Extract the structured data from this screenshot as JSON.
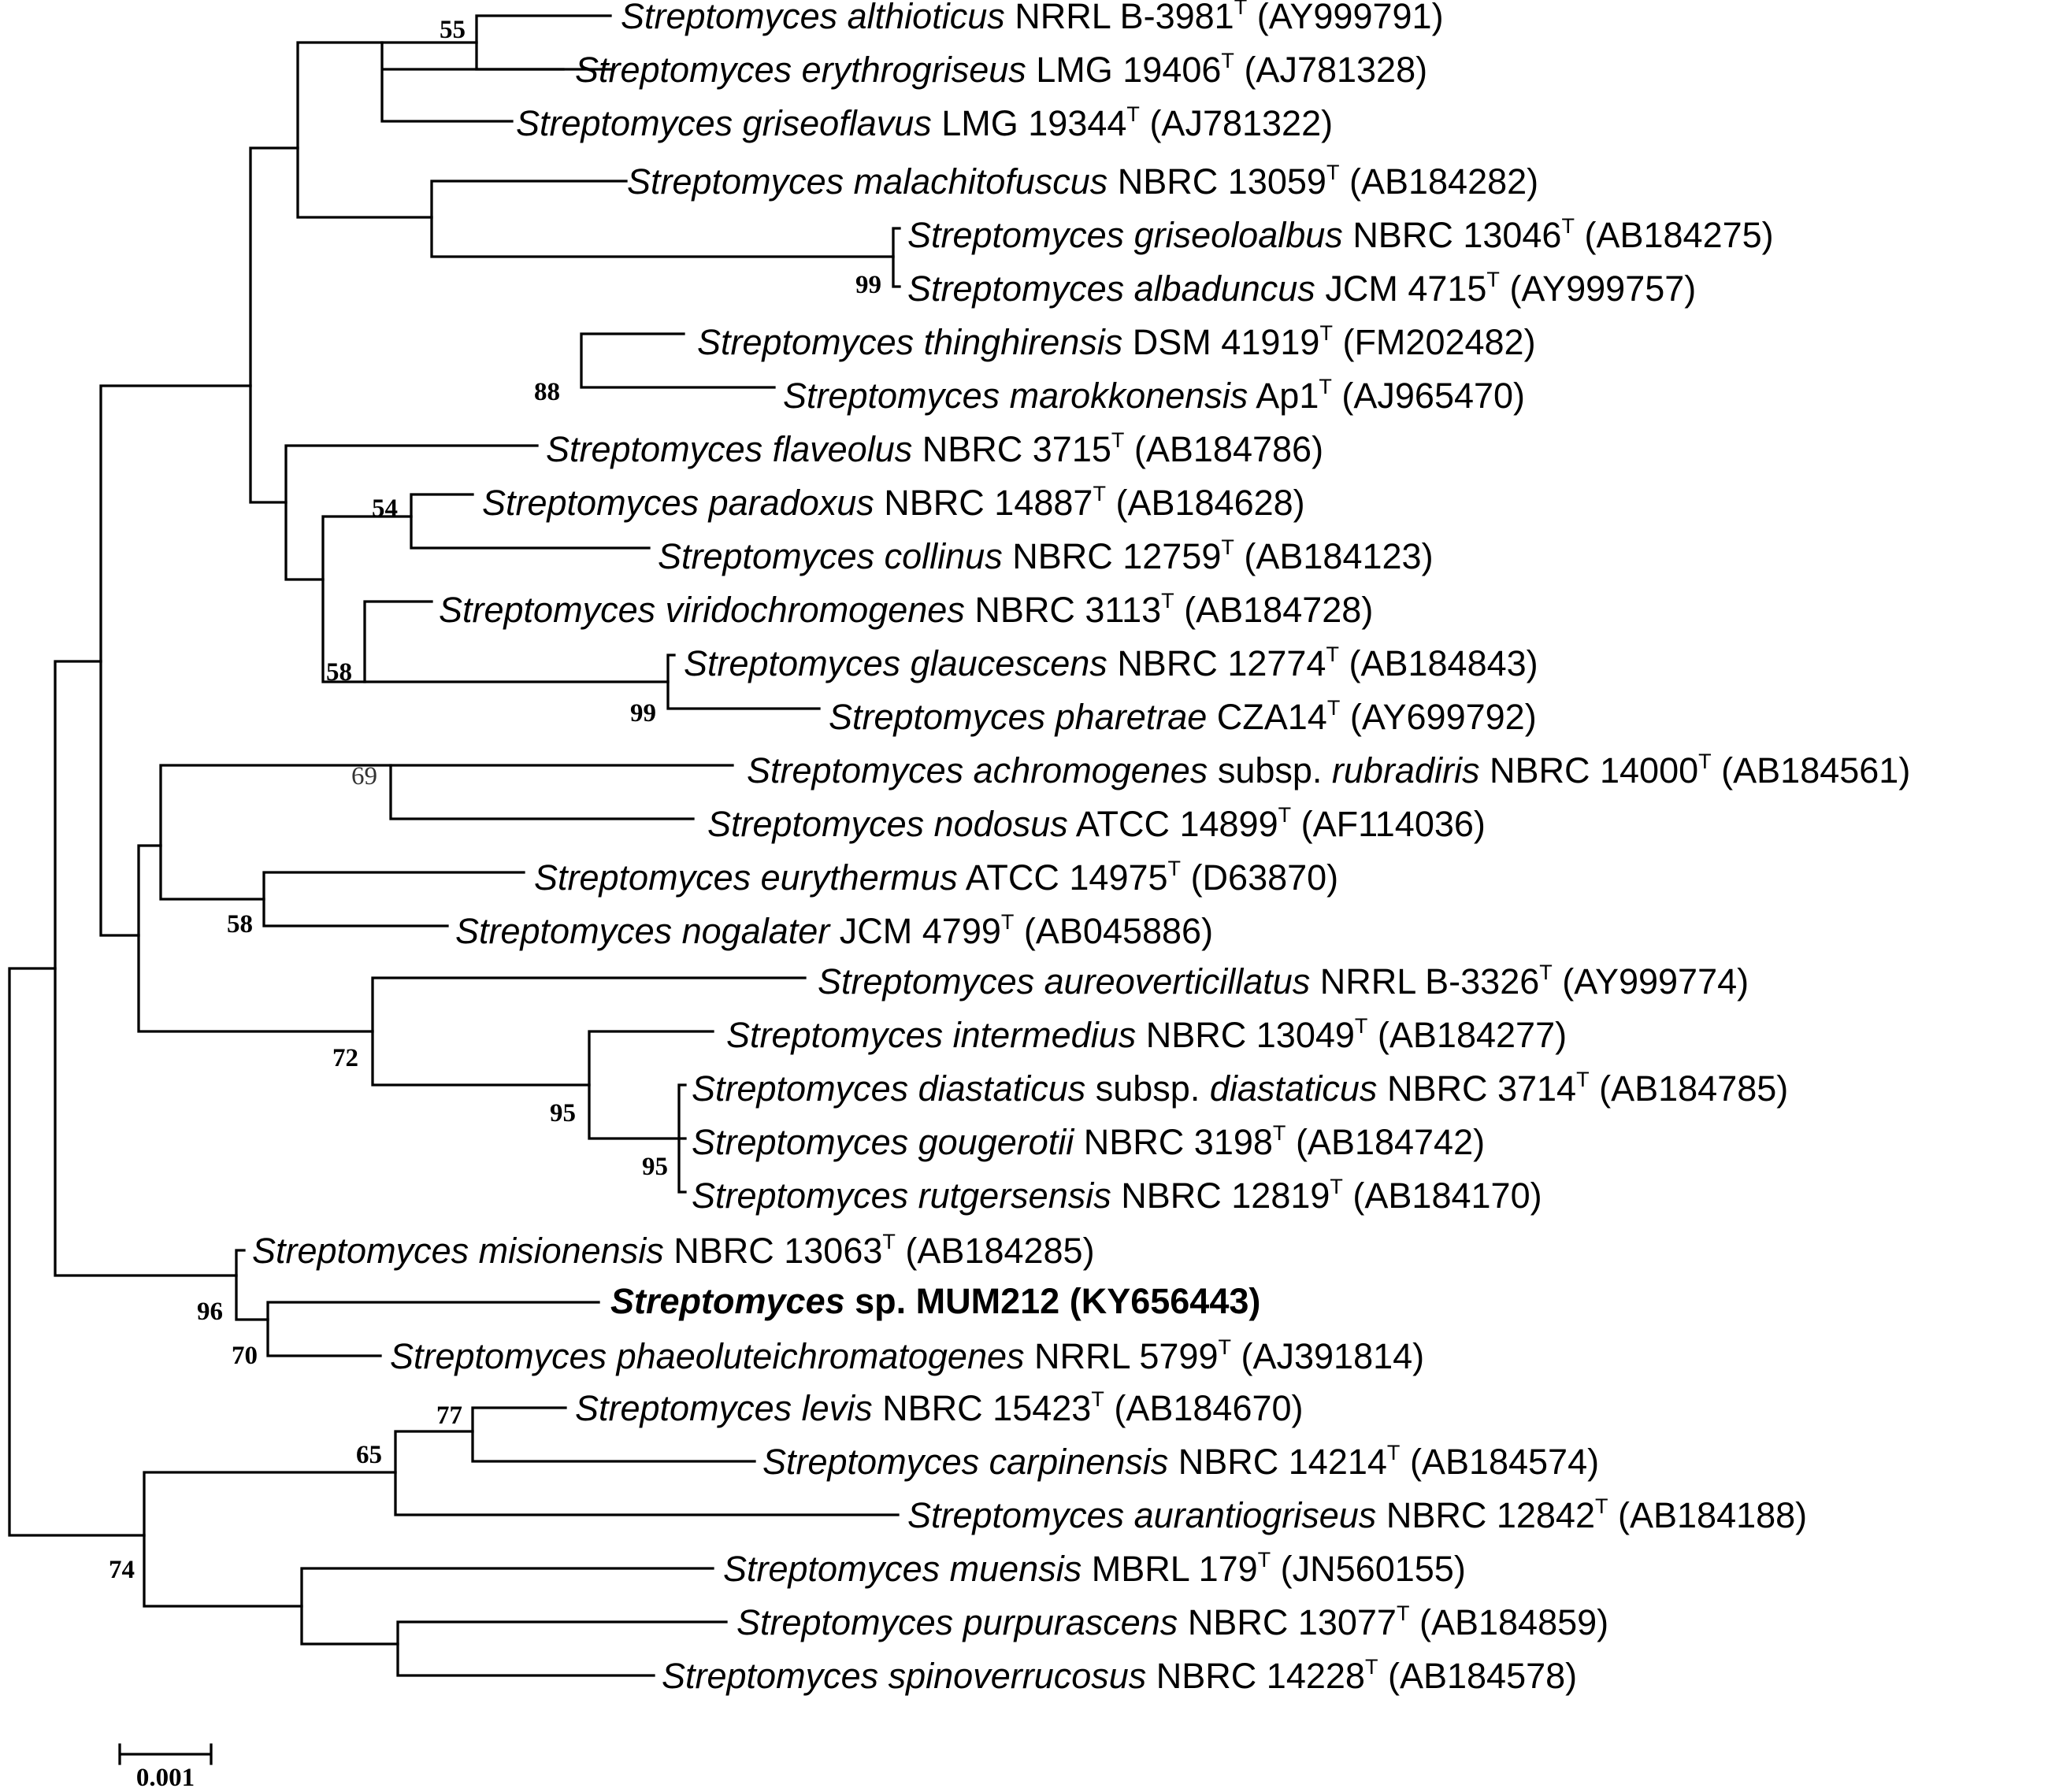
{
  "tree": {
    "taxa": [
      {
        "genus": "Streptomyces",
        "epithet": "althioticus",
        "strain": "NRRL B-3981",
        "type": "T",
        "acc": "(AY999791)"
      },
      {
        "genus": "Streptomyces",
        "epithet": "erythrogriseus",
        "strain": "LMG 19406",
        "type": "T",
        "acc": "(AJ781328)"
      },
      {
        "genus": "Streptomyces",
        "epithet": "griseoflavus",
        "strain": "LMG 19344",
        "type": "T",
        "acc": "(AJ781322)"
      },
      {
        "genus": "Streptomyces",
        "epithet": "malachitofuscus",
        "strain": "NBRC 13059",
        "type": "T",
        "acc": "(AB184282)"
      },
      {
        "genus": "Streptomyces",
        "epithet": "griseoloalbus",
        "strain": "NBRC 13046",
        "type": "T",
        "acc": "(AB184275)"
      },
      {
        "genus": "Streptomyces",
        "epithet": "albaduncus",
        "strain": "JCM 4715",
        "type": "T",
        "acc": "(AY999757)"
      },
      {
        "genus": "Streptomyces",
        "epithet": "thinghirensis",
        "strain": "DSM 41919",
        "type": "T",
        "acc": "(FM202482)"
      },
      {
        "genus": "Streptomyces",
        "epithet": "marokkonensis",
        "strain": "Ap1",
        "type": "T",
        "acc": "(AJ965470)"
      },
      {
        "genus": "Streptomyces",
        "epithet": "flaveolus",
        "strain": "NBRC 3715",
        "type": "T",
        "acc": "(AB184786)"
      },
      {
        "genus": "Streptomyces",
        "epithet": "paradoxus",
        "strain": "NBRC 14887",
        "type": "T",
        "acc": "(AB184628)"
      },
      {
        "genus": "Streptomyces",
        "epithet": "collinus",
        "strain": "NBRC 12759",
        "type": "T",
        "acc": "(AB184123)"
      },
      {
        "genus": "Streptomyces",
        "epithet": "viridochromogenes",
        "strain": "NBRC 3113",
        "type": "T",
        "acc": "(AB184728)"
      },
      {
        "genus": "Streptomyces",
        "epithet": "glaucescens",
        "strain": "NBRC 12774",
        "type": "T",
        "acc": "(AB184843)"
      },
      {
        "genus": "Streptomyces",
        "epithet": "pharetrae",
        "strain": "CZA14",
        "type": "T",
        "acc": "(AY699792)"
      },
      {
        "genus": "Streptomyces",
        "epithet": "achromogenes",
        "subsp": "rubradiris",
        "strain": "NBRC 14000",
        "type": "T",
        "acc": "(AB184561)"
      },
      {
        "genus": "Streptomyces",
        "epithet": "nodosus",
        "strain": "ATCC 14899",
        "type": "T",
        "acc": "(AF114036)"
      },
      {
        "genus": "Streptomyces",
        "epithet": "eurythermus",
        "strain": "ATCC 14975",
        "type": "T",
        "acc": "(D63870)"
      },
      {
        "genus": "Streptomyces",
        "epithet": "nogalater",
        "strain": "JCM 4799",
        "type": "T",
        "acc": "(AB045886)"
      },
      {
        "genus": "Streptomyces",
        "epithet": "aureoverticillatus",
        "strain": "NRRL B-3326",
        "type": "T",
        "acc": "(AY999774)"
      },
      {
        "genus": "Streptomyces",
        "epithet": "intermedius",
        "strain": "NBRC 13049",
        "type": "T",
        "acc": "(AB184277)"
      },
      {
        "genus": "Streptomyces",
        "epithet": "diastaticus",
        "subsp": "diastaticus",
        "strain": "NBRC 3714",
        "type": "T",
        "acc": "(AB184785)"
      },
      {
        "genus": "Streptomyces",
        "epithet": "gougerotii",
        "strain": "NBRC 3198",
        "type": "T",
        "acc": "(AB184742)"
      },
      {
        "genus": "Streptomyces",
        "epithet": "rutgersensis",
        "strain": "NBRC 12819",
        "type": "T",
        "acc": "(AB184170)"
      },
      {
        "genus": "Streptomyces",
        "epithet": "misionensis",
        "strain": "NBRC 13063",
        "type": "T",
        "acc": "(AB184285)"
      },
      {
        "genus": "Streptomyces",
        "strain": "sp. MUM212 (KY656443)",
        "highlight": true
      },
      {
        "genus": "Streptomyces",
        "epithet": "phaeoluteichromatogenes",
        "strain": "NRRL 5799",
        "type": "T",
        "acc": "(AJ391814)"
      },
      {
        "genus": "Streptomyces",
        "epithet": "levis",
        "strain": "NBRC 15423",
        "type": "T",
        "acc": "(AB184670)"
      },
      {
        "genus": "Streptomyces",
        "epithet": "carpinensis",
        "strain": "NBRC 14214",
        "type": "T",
        "acc": "(AB184574)"
      },
      {
        "genus": "Streptomyces",
        "epithet": "aurantiogriseus",
        "strain": "NBRC 12842",
        "type": "T",
        "acc": "(AB184188)"
      },
      {
        "genus": "Streptomyces",
        "epithet": "muensis",
        "strain": "MBRL 179",
        "type": "T",
        "acc": "(JN560155)"
      },
      {
        "genus": "Streptomyces",
        "epithet": "purpurascens",
        "strain": "NBRC 13077",
        "type": "T",
        "acc": "(AB184859)"
      },
      {
        "genus": "Streptomyces",
        "epithet": "spinoverrucosus",
        "strain": "NBRC 14228",
        "type": "T",
        "acc": "(AB184578)"
      }
    ],
    "bootstrap": [
      {
        "node": "althioticus+erythrogriseus",
        "value": "55"
      },
      {
        "node": "griseoloalbus+albaduncus",
        "value": "99"
      },
      {
        "node": "thinghirensis+marokkonensis",
        "value": "88"
      },
      {
        "node": "paradoxus+collinus",
        "value": "54"
      },
      {
        "node": "viridochromogenes-clade",
        "value": "58"
      },
      {
        "node": "glaucescens+pharetrae",
        "value": "99"
      },
      {
        "node": "achromogenes+nodosus",
        "value": "69"
      },
      {
        "node": "eurythermus+nogalater",
        "value": "58"
      },
      {
        "node": "aureoverticillatus-clade",
        "value": "72"
      },
      {
        "node": "intermedius-clade",
        "value": "95"
      },
      {
        "node": "diastaticus+gougerotii+rutgersensis",
        "value": "95"
      },
      {
        "node": "misionensis-clade",
        "value": "96"
      },
      {
        "node": "MUM212+phaeoluteichromatogenes",
        "value": "70"
      },
      {
        "node": "levis+carpinensis",
        "value": "77"
      },
      {
        "node": "levis-clade",
        "value": "65"
      },
      {
        "node": "outgroup-clade",
        "value": "74"
      }
    ],
    "scale_bar": {
      "label": "0.001"
    }
  }
}
